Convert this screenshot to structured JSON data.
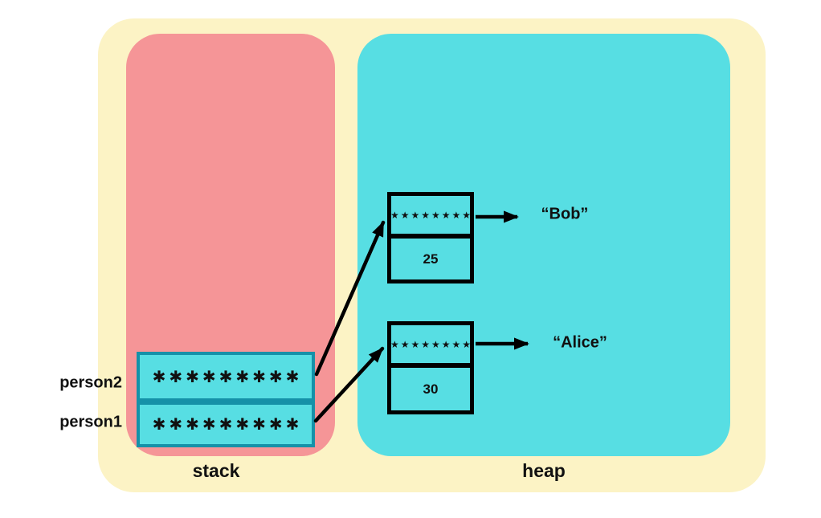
{
  "diagram": {
    "stack_region": {
      "label": "stack",
      "variables": [
        {
          "name": "person2",
          "value": "✱✱✱✱✱✱✱✱✱"
        },
        {
          "name": "person1",
          "value": "✱✱✱✱✱✱✱✱✱"
        }
      ]
    },
    "heap_region": {
      "label": "heap",
      "objects": [
        {
          "pointer_field": "★★★★★★★★",
          "value_field": "25",
          "string_literal": "“Bob”"
        },
        {
          "pointer_field": "★★★★★★★★",
          "value_field": "30",
          "string_literal": "“Alice”"
        }
      ]
    },
    "connections": [
      {
        "from": "person2",
        "to": "heap-object-bob"
      },
      {
        "from": "person1",
        "to": "heap-object-alice"
      },
      {
        "from": "heap-object-bob-pointer",
        "to": "string-literal-bob"
      },
      {
        "from": "heap-object-alice-pointer",
        "to": "string-literal-alice"
      }
    ],
    "colors": {
      "container_bg": "#FCF3C5",
      "stack_bg": "#F59597",
      "heap_bg": "#57DEE3",
      "cell_fill": "#57DEE3",
      "cell_border": "#1591A8",
      "box_border": "#000000",
      "arrow": "#000000",
      "text": "#111111"
    }
  }
}
